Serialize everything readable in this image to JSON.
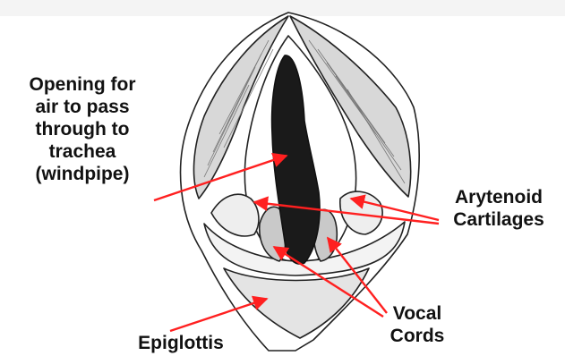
{
  "labels": {
    "opening": [
      "Opening for",
      "air to pass",
      "through to",
      "trachea",
      "(windpipe)"
    ],
    "arytenoid": [
      "Arytenoid",
      "Cartilages"
    ],
    "vocal": [
      "Vocal",
      "Cords"
    ],
    "epiglottis": "Epiglottis"
  },
  "colors": {
    "arrow": "#ff2020",
    "ink": "#222222",
    "opening_fill": "#1a1a1a",
    "background": "#ffffff"
  }
}
